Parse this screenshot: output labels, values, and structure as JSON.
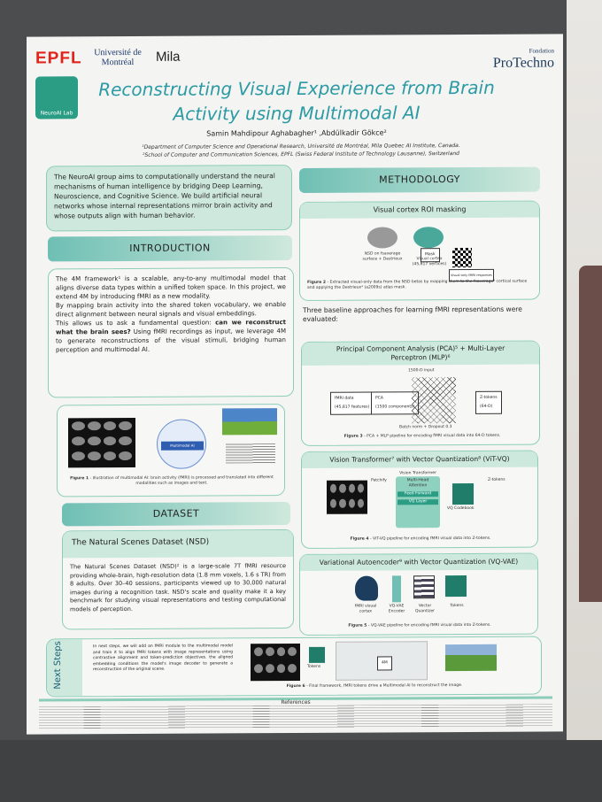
{
  "logos": {
    "epfl": "EPFL",
    "udem": "Université de Montréal",
    "mila": "Mila",
    "protechno_small": "Fondation",
    "protechno": "ProTechno",
    "lab": "NeuroAI Lab"
  },
  "title": "Reconstructing Visual Experience from Brain Activity using Multimodal AI",
  "authors": "Samin Mahdipour Aghabagher¹ ,Abdülkadir Gökce²",
  "affiliations": [
    "¹Department of Computer Science and Operational Research, Université de Montréal, Mila Quebec AI Institute, Canada.",
    "²School of Computer and Communication Sciences, EPFL (Swiss Federal Institute of Technology Lausanne), Switzerland"
  ],
  "intro_blurb": "The NeuroAI group aims to computationally understand the neural mechanisms of human intelligence by bridging Deep Learning, Neuroscience, and Cognitive Science. We build artificial neural networks whose internal representations mirror brain activity and whose outputs align with human behavior.",
  "introduction": {
    "heading": "INTRODUCTION",
    "p1": "The 4M framework¹ is a scalable, any-to-any multimodal model that aligns diverse data types within a unified token space. In this project, we extend 4M by introducing fMRI as a new modality.",
    "p2": "By mapping brain activity into the shared token vocabulary, we enable direct alignment between neural signals and visual embeddings.",
    "p3a": "This allows us to ask a fundamental question: ",
    "p3b": "can we reconstruct what the brain sees?",
    "p3c": " Using fMRI recordings as input, we leverage 4M to generate reconstructions of the visual stimuli, bridging human perception and multimodal AI.",
    "fig1_label": "Figure 1",
    "fig1": " - Illustration of multimodal AI: brain activity (fMRI) is processed and translated into different modalities such as images and text.",
    "hub": "Multimodal AI"
  },
  "dataset": {
    "heading": "DATASET",
    "sub": "The Natural Scenes Dataset (NSD)",
    "text": "The Natural Scenes Dataset (NSD)² is a large-scale 7T fMRI resource providing whole-brain, high-resolution data (1.8 mm voxels, 1.6 s TR) from 8 adults. Over 30–40 sessions, participants viewed up to 30,000 natural images during a recognition task. NSD's scale and quality make it a key benchmark for studying visual representations and testing computational models of perception."
  },
  "methodology": {
    "heading": "METHODOLOGY",
    "roi": {
      "title": "Visual cortex ROI masking",
      "l1": "NSD on fsaverage surface + Destrieux",
      "mask": "Mask",
      "l2": "Visual cortex (45,817 vertices)",
      "out": "Visual-only fMRI responses",
      "fig_label": "Figure 2",
      "fig": " - Extracted visual-only data from the NSD betas by mapping them to the fsaverage³ cortical surface and applying the Destrieux⁴ (a2009s) atlas mask."
    },
    "baseline": "Three baseline approaches for learning fMRI representations were evaluated:",
    "pca": {
      "title": "Principal Component Analysis (PCA)⁵ + Multi-Layer Perceptron (MLP)⁶",
      "n1": "fMRI data",
      "n1s": "(45,817 features)",
      "n2": "PCA",
      "n2s": "(1500 components)",
      "top": "1500-D input",
      "bottom": "Batch norm + Dropout 0.3",
      "n3": "Z-tokens",
      "n3s": "(64-D)",
      "fig_label": "Figure 3",
      "fig": " - PCA + MLP pipeline for encoding fMRI visual data into 64-D tokens."
    },
    "vit": {
      "title": "Vision Transformer⁷ with Vector Quantization⁸ (ViT-VQ)",
      "patchify": "Patchify",
      "vt": "Vision Transformer",
      "mha": "Multi-Head Attention",
      "ff": "Feed Forward",
      "vq": "VQ Layer",
      "codebook": "VQ Codebook",
      "z": "Z-tokens",
      "fig_label": "Figure 4",
      "fig": " - ViT-VQ pipeline for encoding fMRI visual data into Z-tokens."
    },
    "vae": {
      "title": "Variational Autoencoder⁹ with Vector Quantization (VQ-VAE)",
      "a": "fMRI visual cortex",
      "b": "VQ-VAE Encoder",
      "c": "Vector Quantizer",
      "d": "Tokens",
      "fig_label": "Figure 5",
      "fig": " - VQ-VAE pipeline for encoding fMRI visual data into Z-tokens."
    }
  },
  "next_steps": {
    "heading": "Next Steps",
    "text": "In next steps, we will add an fMRI module to the multimodal model and train it to align fMRI tokens with image representations using contrastive alignment and token-prediction objectives. the aligned embedding conditions the model's image decoder to generate a reconstruction of the original scene.",
    "tokens": "Tokens",
    "fourm": "4M",
    "fig_label": "Figure 6",
    "fig": " - Final framework, fMRI tokens drive a Multimodal AI to reconstruct the image."
  },
  "references": {
    "heading": "References"
  }
}
